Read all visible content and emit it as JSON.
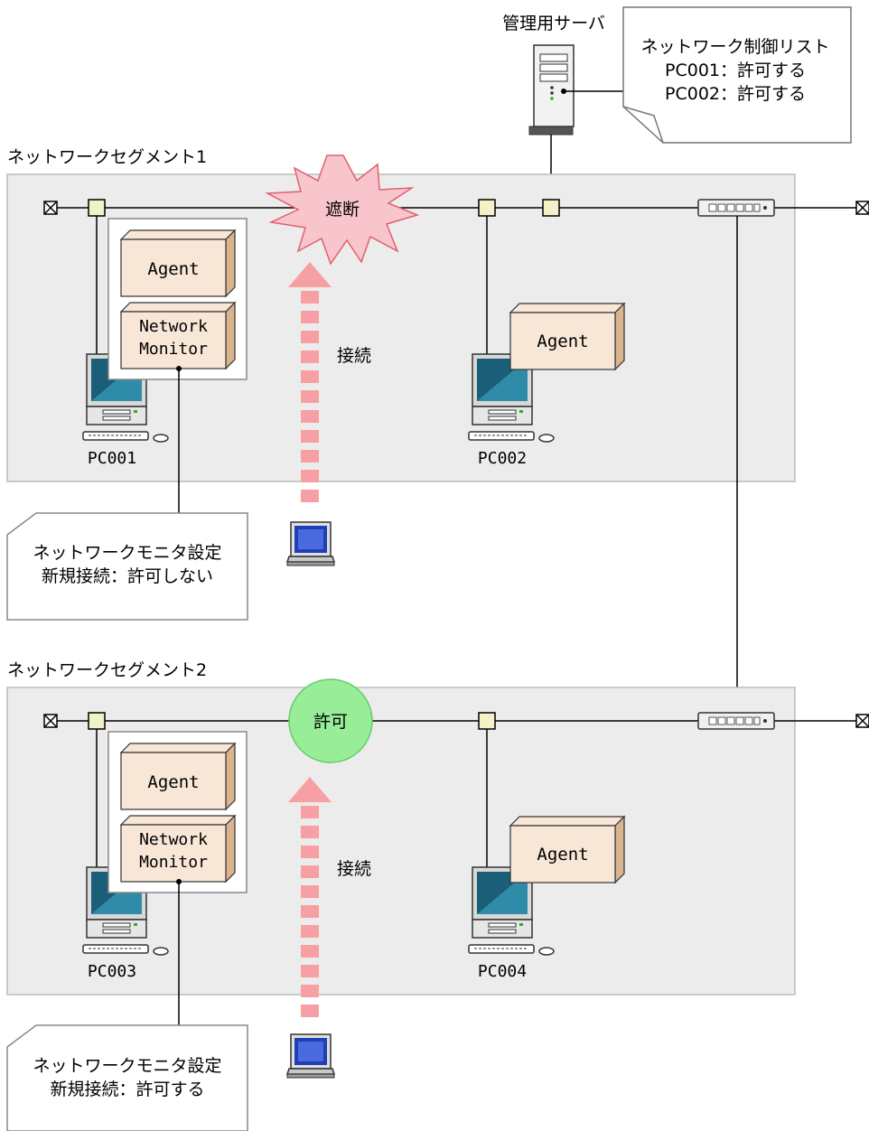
{
  "server": {
    "label": "管理用サーバ"
  },
  "control_list": {
    "title": "ネットワーク制御リスト",
    "lines": [
      "PC001：許可する",
      "PC002：許可する"
    ]
  },
  "segments": [
    {
      "title": "ネットワークセグメント1",
      "status": "遮断",
      "status_color": "#f9c5cc",
      "connect_label": "接続",
      "pcs": [
        {
          "name": "PC001",
          "components": [
            "Agent",
            "Network Monitor"
          ]
        },
        {
          "name": "PC002",
          "components": [
            "Agent"
          ]
        }
      ],
      "monitor_note": [
        "ネットワークモニタ設定",
        "新規接続：許可しない"
      ]
    },
    {
      "title": "ネットワークセグメント2",
      "status": "許可",
      "status_color": "#98ee98",
      "connect_label": "接続",
      "pcs": [
        {
          "name": "PC003",
          "components": [
            "Agent",
            "Network Monitor"
          ]
        },
        {
          "name": "PC004",
          "components": [
            "Agent"
          ]
        }
      ],
      "monitor_note": [
        "ネットワークモニタ設定",
        "新規接続：許可する"
      ]
    }
  ],
  "colors": {
    "segment_bg": "#ececec",
    "component_fill": "#f8e6d6",
    "component_side": "#d9b48f",
    "node_fill": "#f3f2c7",
    "arrow": "#f6a0a4",
    "monitor_blue": "#1b5e78"
  }
}
